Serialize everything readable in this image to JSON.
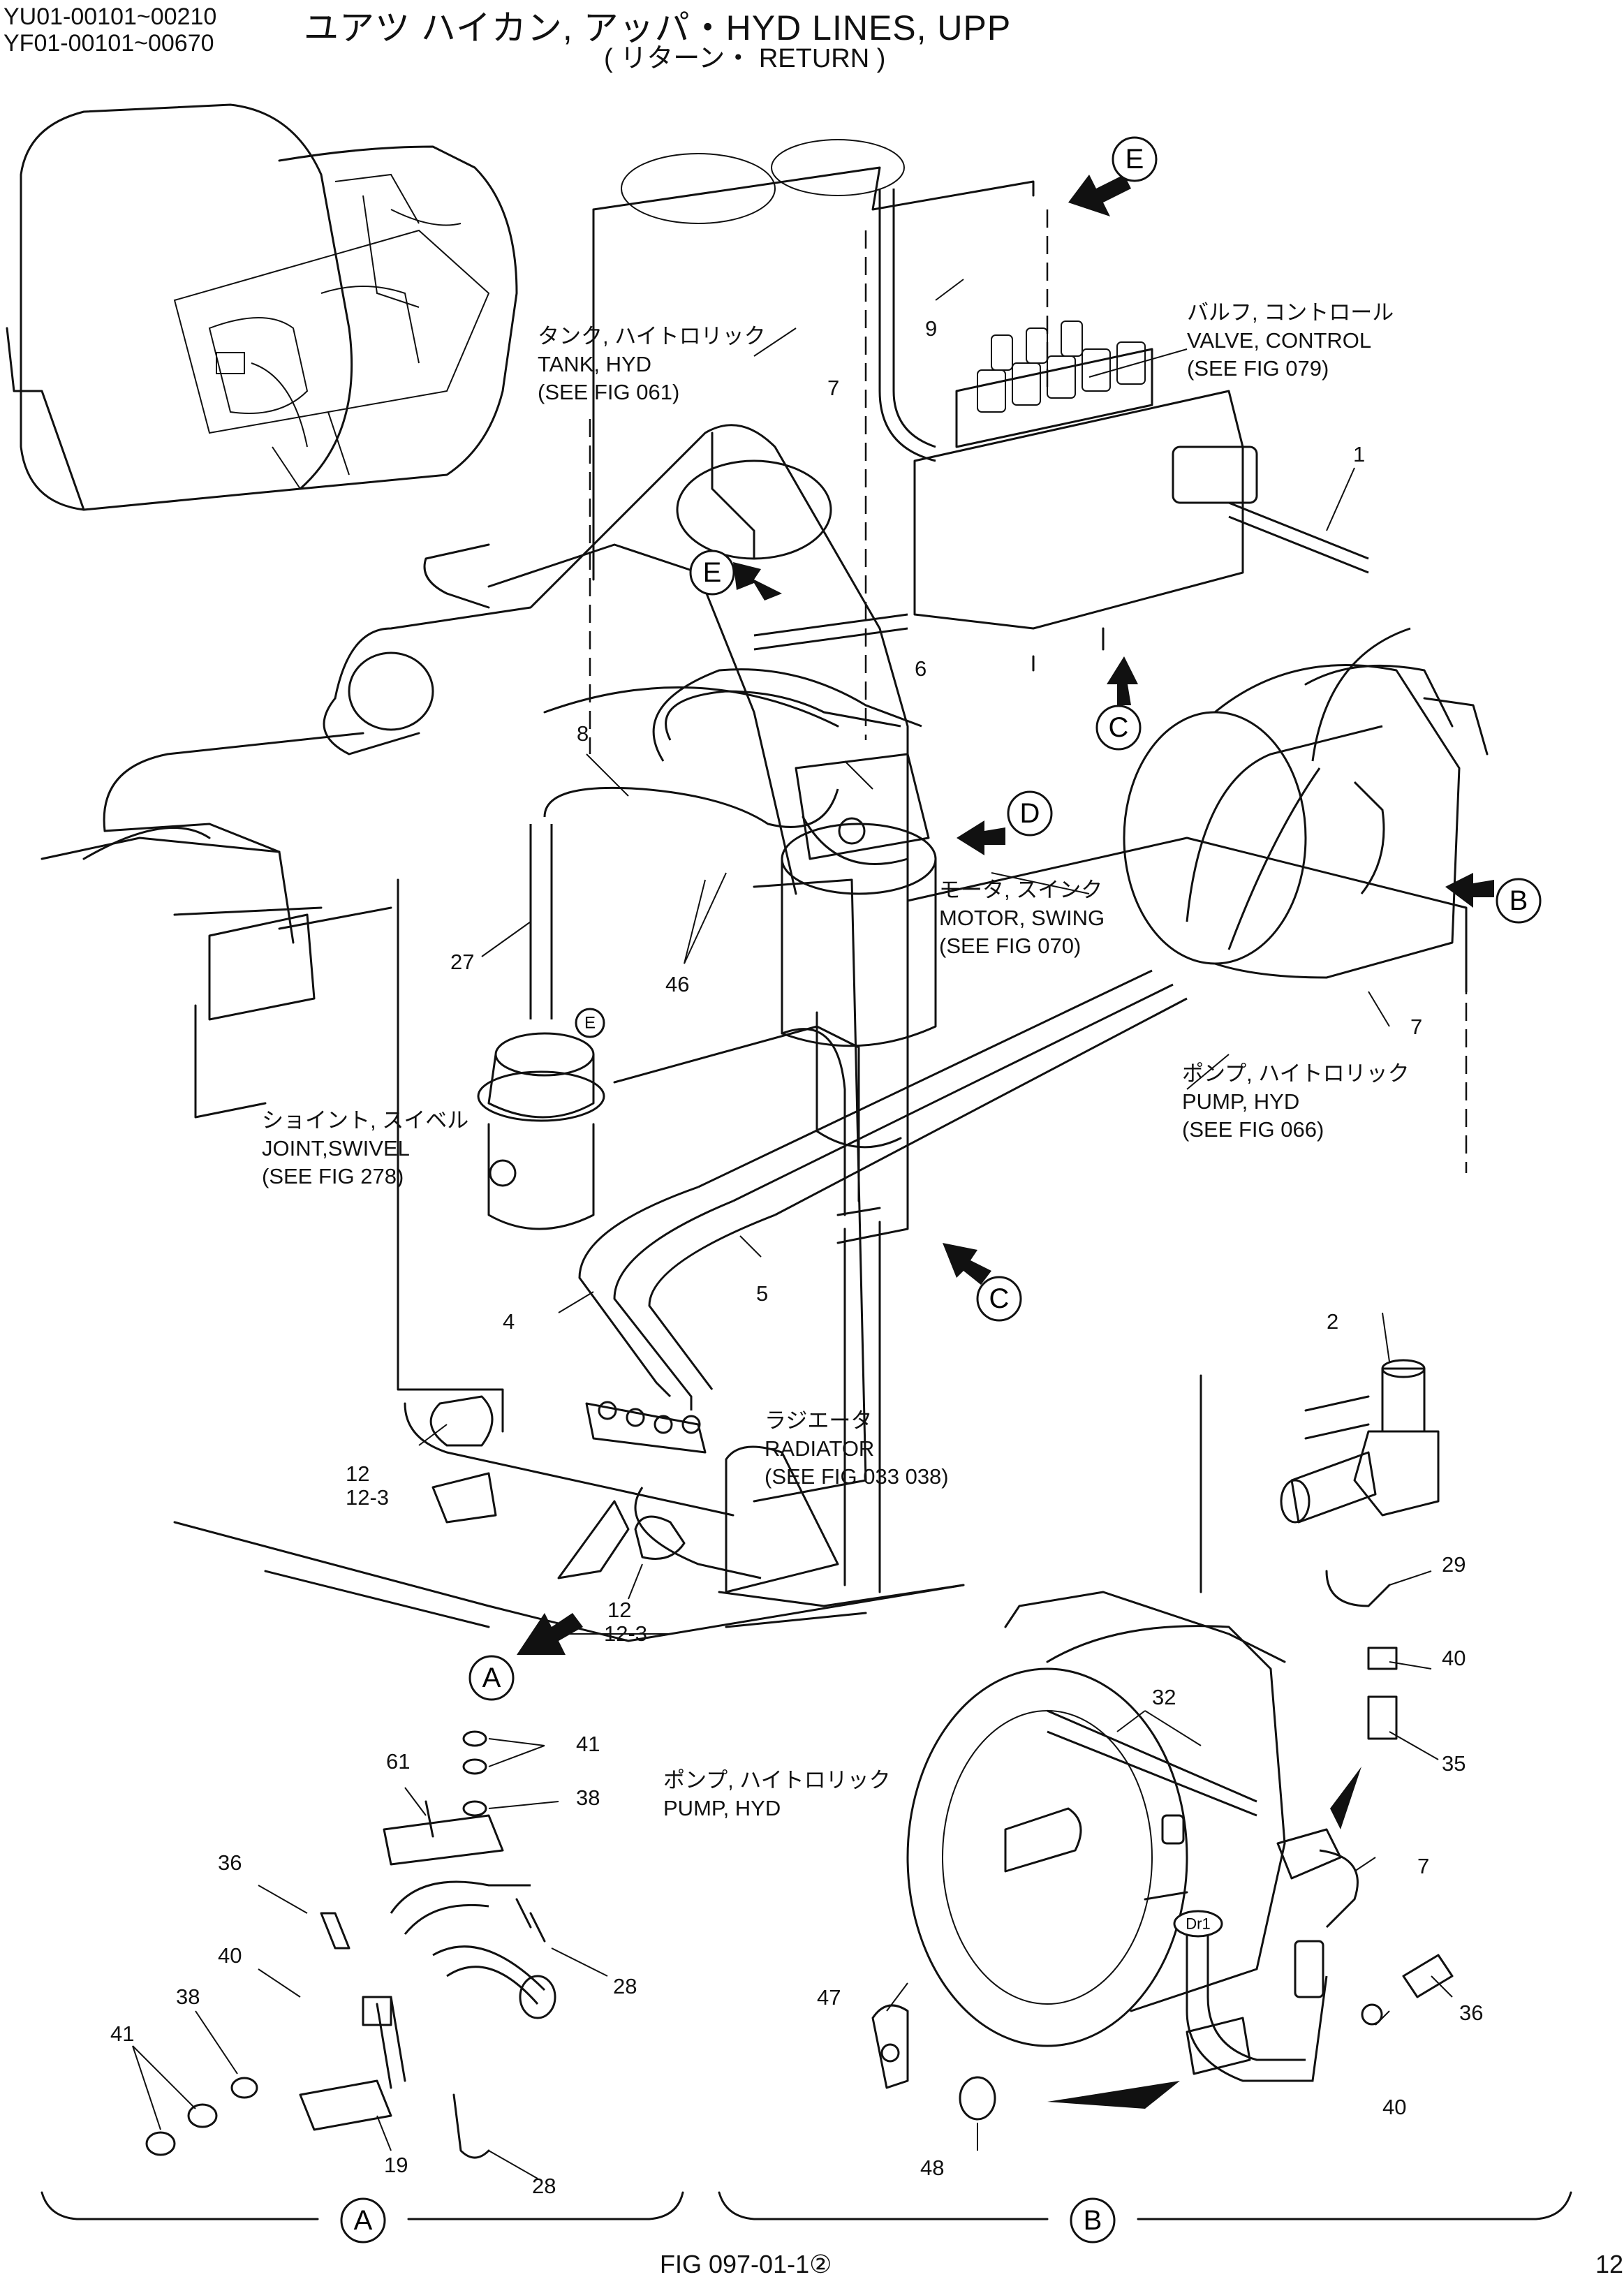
{
  "header": {
    "serial_1": "YU01-00101~00210",
    "serial_2": "YF01-00101~00670",
    "title": "ユアツ ハイカン, アッパ・HYD LINES, UPP",
    "subtitle": "( リターン・ RETURN )"
  },
  "callouts": {
    "tank": [
      "タンク, ハイトロリック",
      "TANK, HYD",
      "(SEE FIG 061)"
    ],
    "valve": [
      "バルフ, コントロール",
      "VALVE, CONTROL",
      "(SEE FIG 079)"
    ],
    "motor": [
      "モータ, スインク",
      "MOTOR, SWING",
      "(SEE FIG 070)"
    ],
    "pump_main": [
      "ポンプ, ハイトロリック",
      "PUMP, HYD",
      "(SEE FIG 066)"
    ],
    "joint": [
      "ショイント, スイベル",
      "JOINT,SWIVEL",
      "(SEE FIG 278)"
    ],
    "radiator": [
      "ラジエータ",
      "RADIATOR",
      "(SEE FIG 033 038)"
    ],
    "pump_detail": [
      "ポンプ, ハイトロリック",
      "PUMP, HYD"
    ]
  },
  "view_markers": {
    "E": "E",
    "D": "D",
    "B": "B",
    "C": "C",
    "A": "A",
    "small_E": "E",
    "dr1": "Dr1"
  },
  "part_numbers": {
    "p1": "1",
    "p2": "2",
    "p4": "4",
    "p5": "5",
    "p6": "6",
    "p7a": "7",
    "p7b": "7",
    "p7c": "7",
    "p8": "8",
    "p9": "9",
    "p12a": "12",
    "p12_3a": "12-3",
    "p12b": "12",
    "p12_3b": "12-3",
    "p19": "19",
    "p27": "27",
    "p28a": "28",
    "p28b": "28",
    "p29": "29",
    "p32": "32",
    "p35": "35",
    "p36a": "36",
    "p36b": "36",
    "p38a": "38",
    "p38b": "38",
    "p40a": "40",
    "p40b": "40",
    "p40c": "40",
    "p41a": "41",
    "p41b": "41",
    "p46": "46",
    "p47": "47",
    "p48": "48",
    "p61": "61"
  },
  "detail_views": {
    "left": "A",
    "right": "B"
  },
  "footer": {
    "fig": "FIG 097-01-1②",
    "page": "12"
  }
}
